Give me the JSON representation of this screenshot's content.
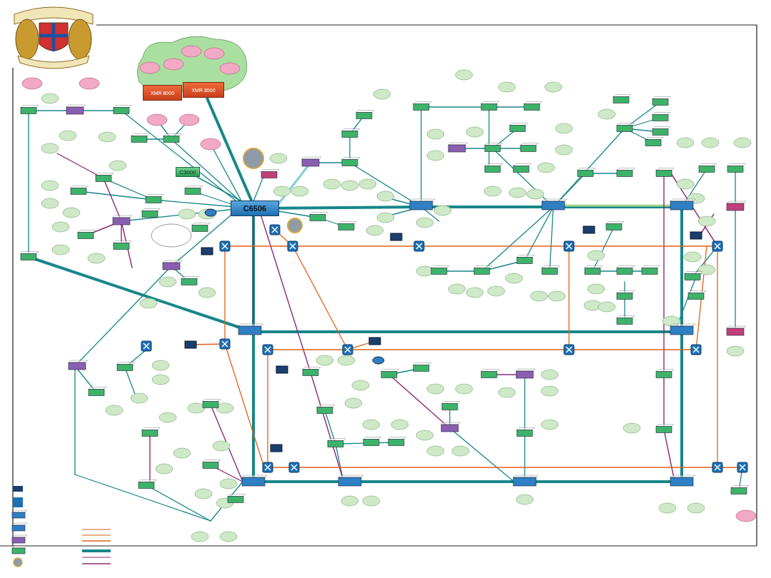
{
  "diagram": {
    "nodes": [
      {
        "text": [
          "XMR 8000"
        ]
      },
      {
        "text": [
          "XMR 8000"
        ]
      },
      {
        "text": [
          "C6506"
        ]
      },
      {
        "text": [
          "C3000"
        ]
      }
    ],
    "edges": [
      {
        "from": 1,
        "to": 2,
        "arrow": "none"
      },
      {
        "from": 3,
        "to": 2,
        "arrow": "none"
      }
    ]
  }
}
